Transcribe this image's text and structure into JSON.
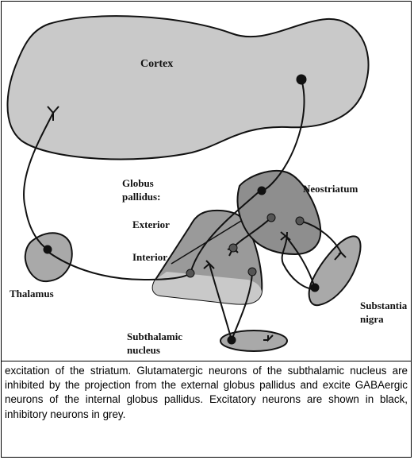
{
  "figure": {
    "labels": {
      "cortex": "Cortex",
      "neostriatum": "Neostriatum",
      "globus_pallidus_line1": "Globus",
      "globus_pallidus_line2": "pallidus:",
      "exterior": "Exterior",
      "interior": "Interior",
      "thalamus": "Thalamus",
      "substantia_line1": "Substantia",
      "substantia_line2": "nigra",
      "subthalamic_line1": "Subthalamic",
      "subthalamic_line2": "nucleus"
    },
    "colors": {
      "region_light": "#c9c9c9",
      "region_mid": "#a9a9a9",
      "region_dark": "#8e8e8e",
      "outline": "#111111",
      "neuron": "#111111"
    }
  },
  "caption": {
    "text": "excitation of the striatum. Glutamatergic neurons of the subthalamic nucleus are inhibited by the projection from the external globus pallidus and excite GABAergic neurons of the internal globus pallidus. Excitatory neurons are shown in black, inhibitory neurons in grey."
  }
}
